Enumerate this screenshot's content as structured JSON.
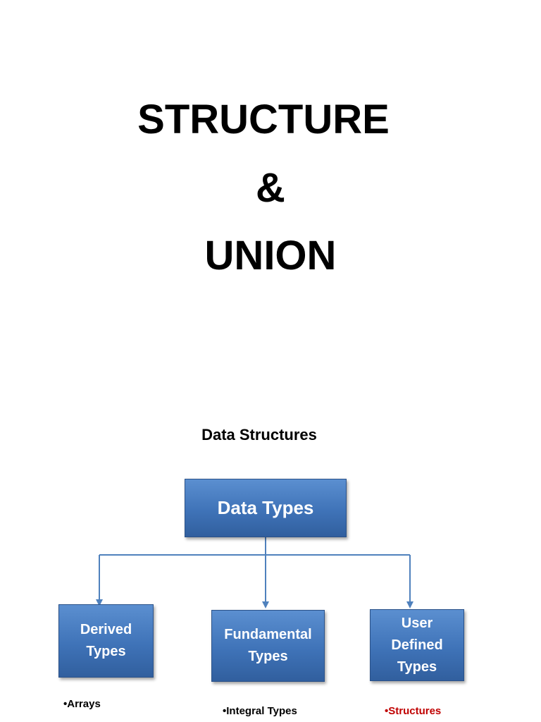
{
  "slide1": {
    "title_lines": [
      "STRUCTURE",
      "&",
      "UNION"
    ]
  },
  "slide2": {
    "heading": "Data Structures",
    "root": {
      "label": "Data Types"
    },
    "children": [
      {
        "label_lines": [
          "Derived",
          "Types"
        ],
        "bullet": "•Arrays"
      },
      {
        "label_lines": [
          "Fundamental",
          "Types"
        ],
        "bullet": "•Integral Types"
      },
      {
        "label_lines": [
          "User",
          "Defined",
          "Types"
        ],
        "bullet": "•Structures"
      }
    ],
    "colors": {
      "box_fill": "#4a7fc4",
      "box_border": "#2b5289",
      "connector": "#4f81bd",
      "highlight_text": "#c00000"
    }
  }
}
